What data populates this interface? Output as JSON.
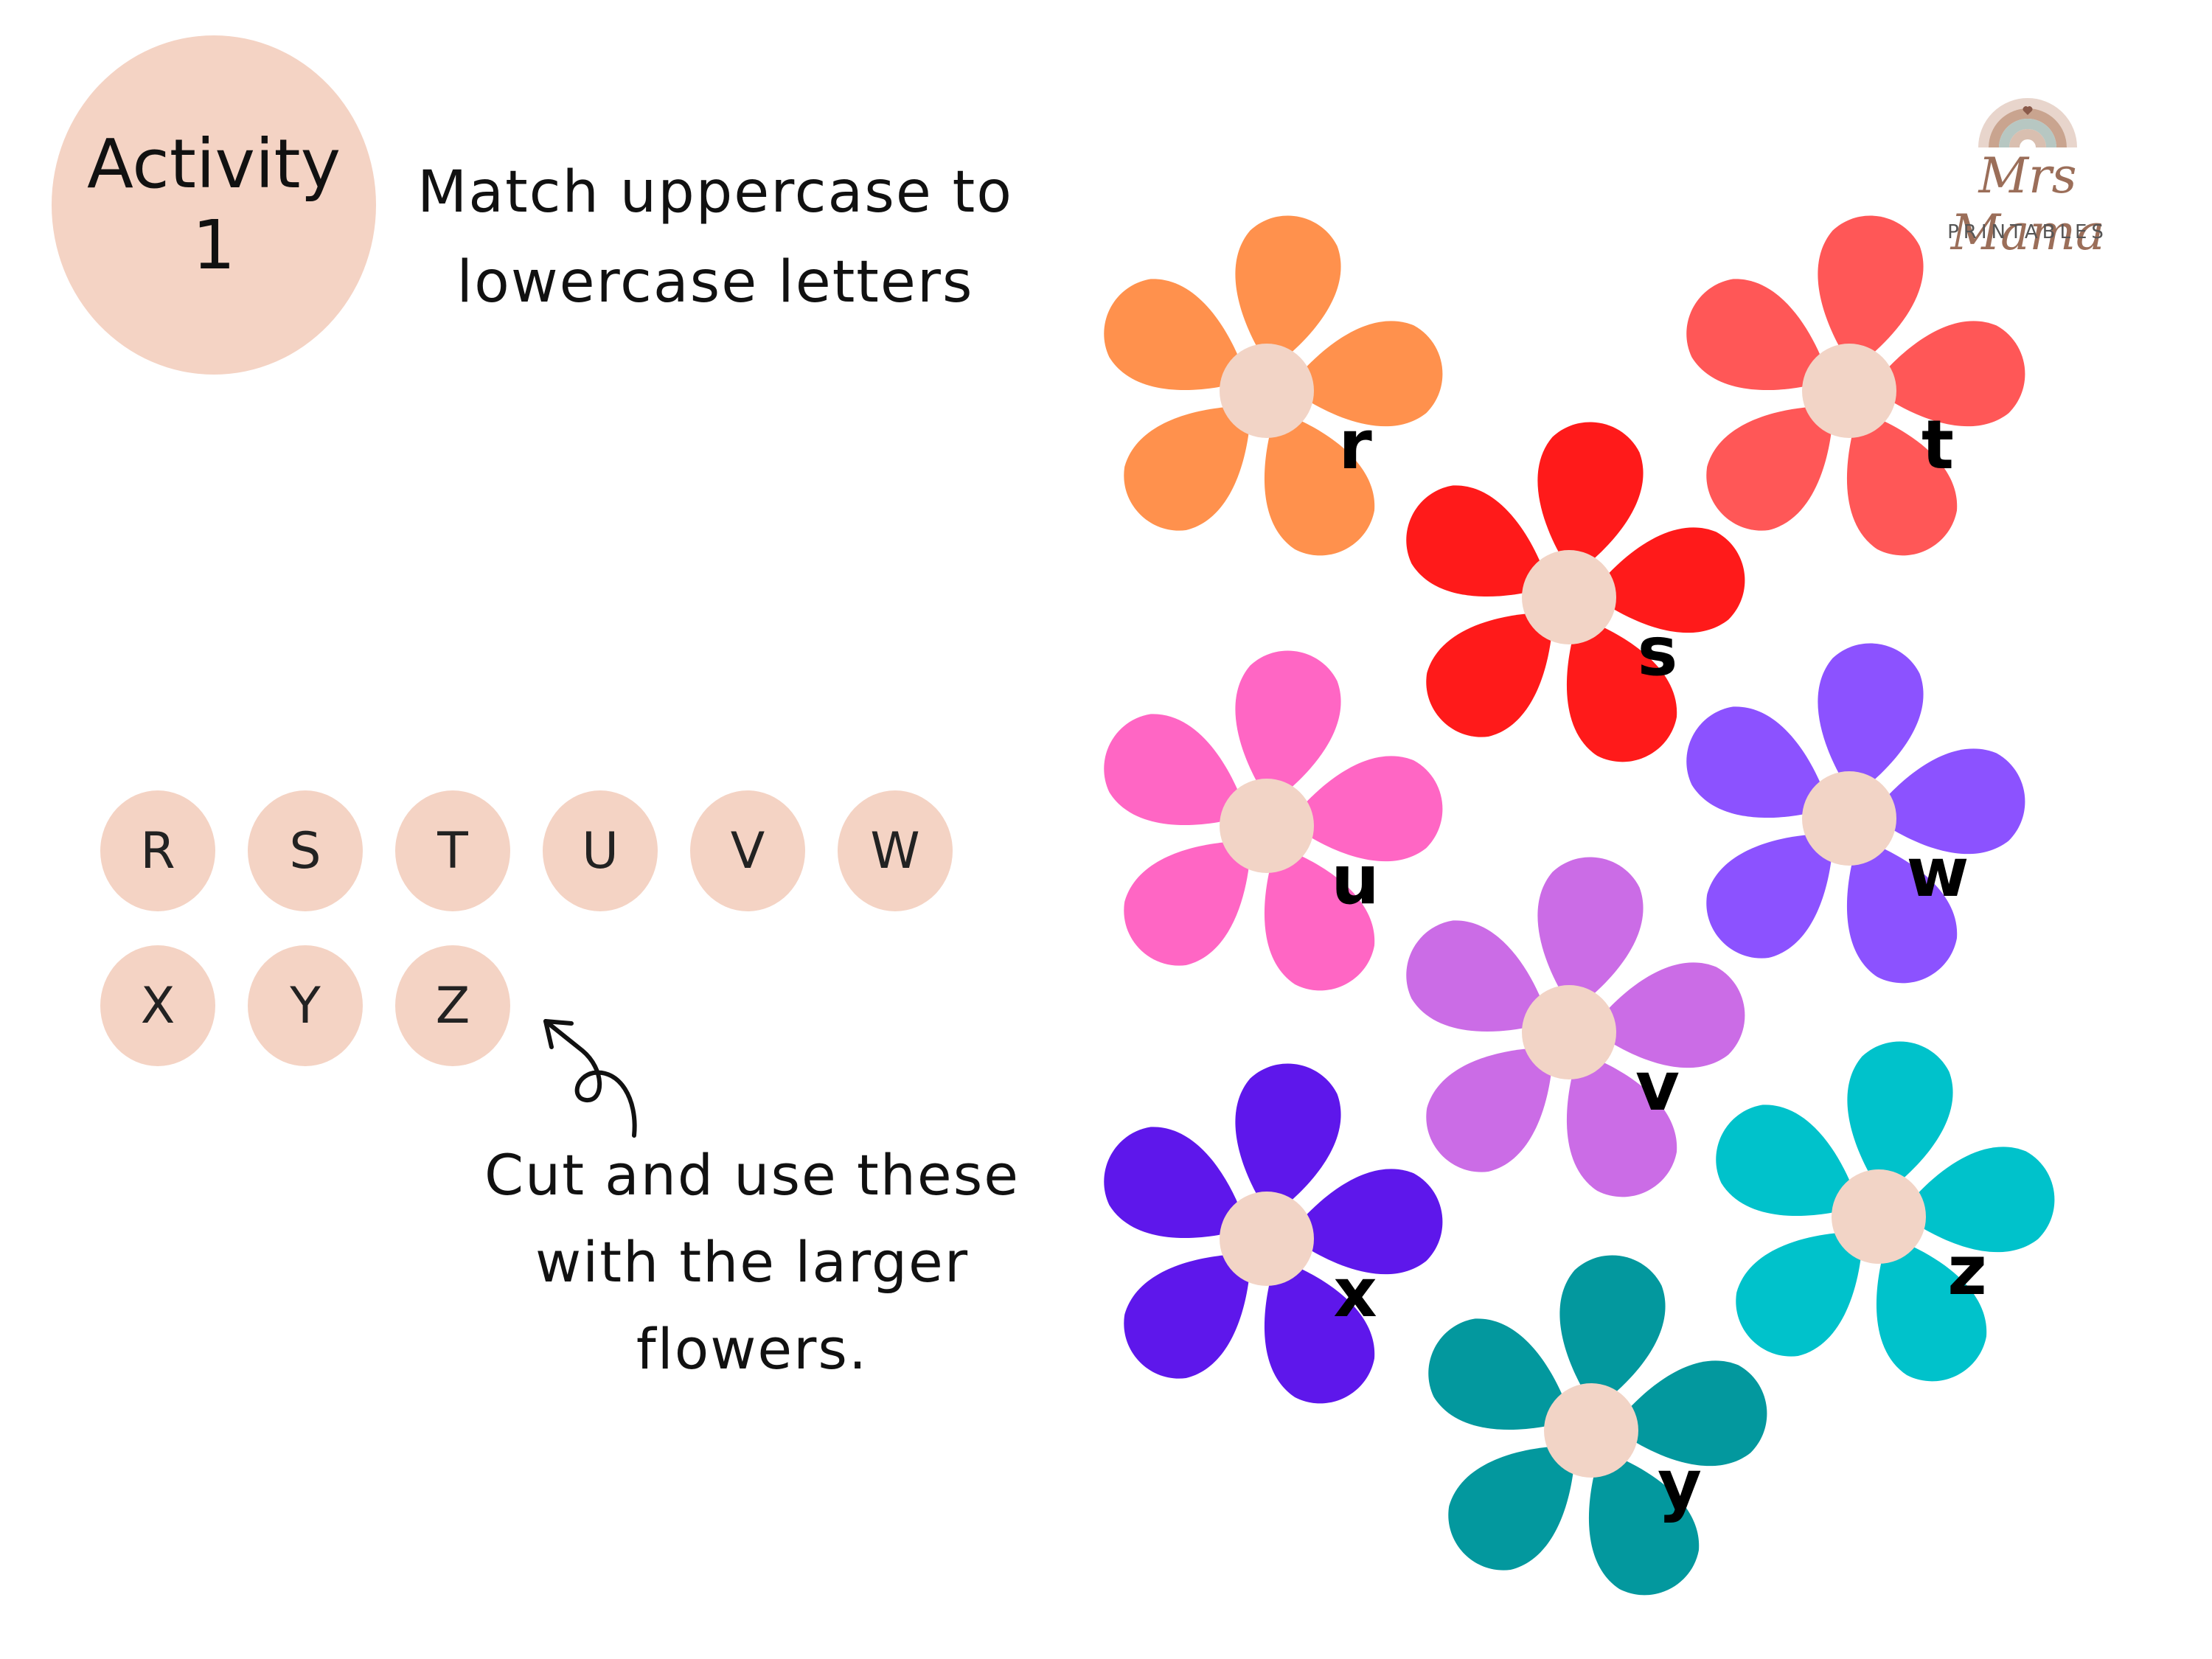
{
  "activity": {
    "label": "Activity",
    "number": "1"
  },
  "instruction": {
    "line1": "Match uppercase to",
    "line2": "lowercase letters"
  },
  "logo": {
    "brand": "Mrs Mama",
    "sub": "PRINTABLES"
  },
  "uppercase_tiles": [
    "R",
    "S",
    "T",
    "U",
    "V",
    "W",
    "X",
    "Y",
    "Z"
  ],
  "cut_note": {
    "line1": "Cut and use these",
    "line2": "with the larger",
    "line3": "flowers."
  },
  "center_color": "#f2d4c6",
  "flowers": [
    {
      "letter": "r",
      "color": "#ff914d"
    },
    {
      "letter": "s",
      "color": "#ff1a1a"
    },
    {
      "letter": "t",
      "color": "#ff5757"
    },
    {
      "letter": "u",
      "color": "#ff66c4"
    },
    {
      "letter": "v",
      "color": "#cb6ce6"
    },
    {
      "letter": "w",
      "color": "#8c52ff"
    },
    {
      "letter": "x",
      "color": "#5e17eb"
    },
    {
      "letter": "y",
      "color": "#03989e"
    },
    {
      "letter": "z",
      "color": "#00c2cb"
    }
  ]
}
